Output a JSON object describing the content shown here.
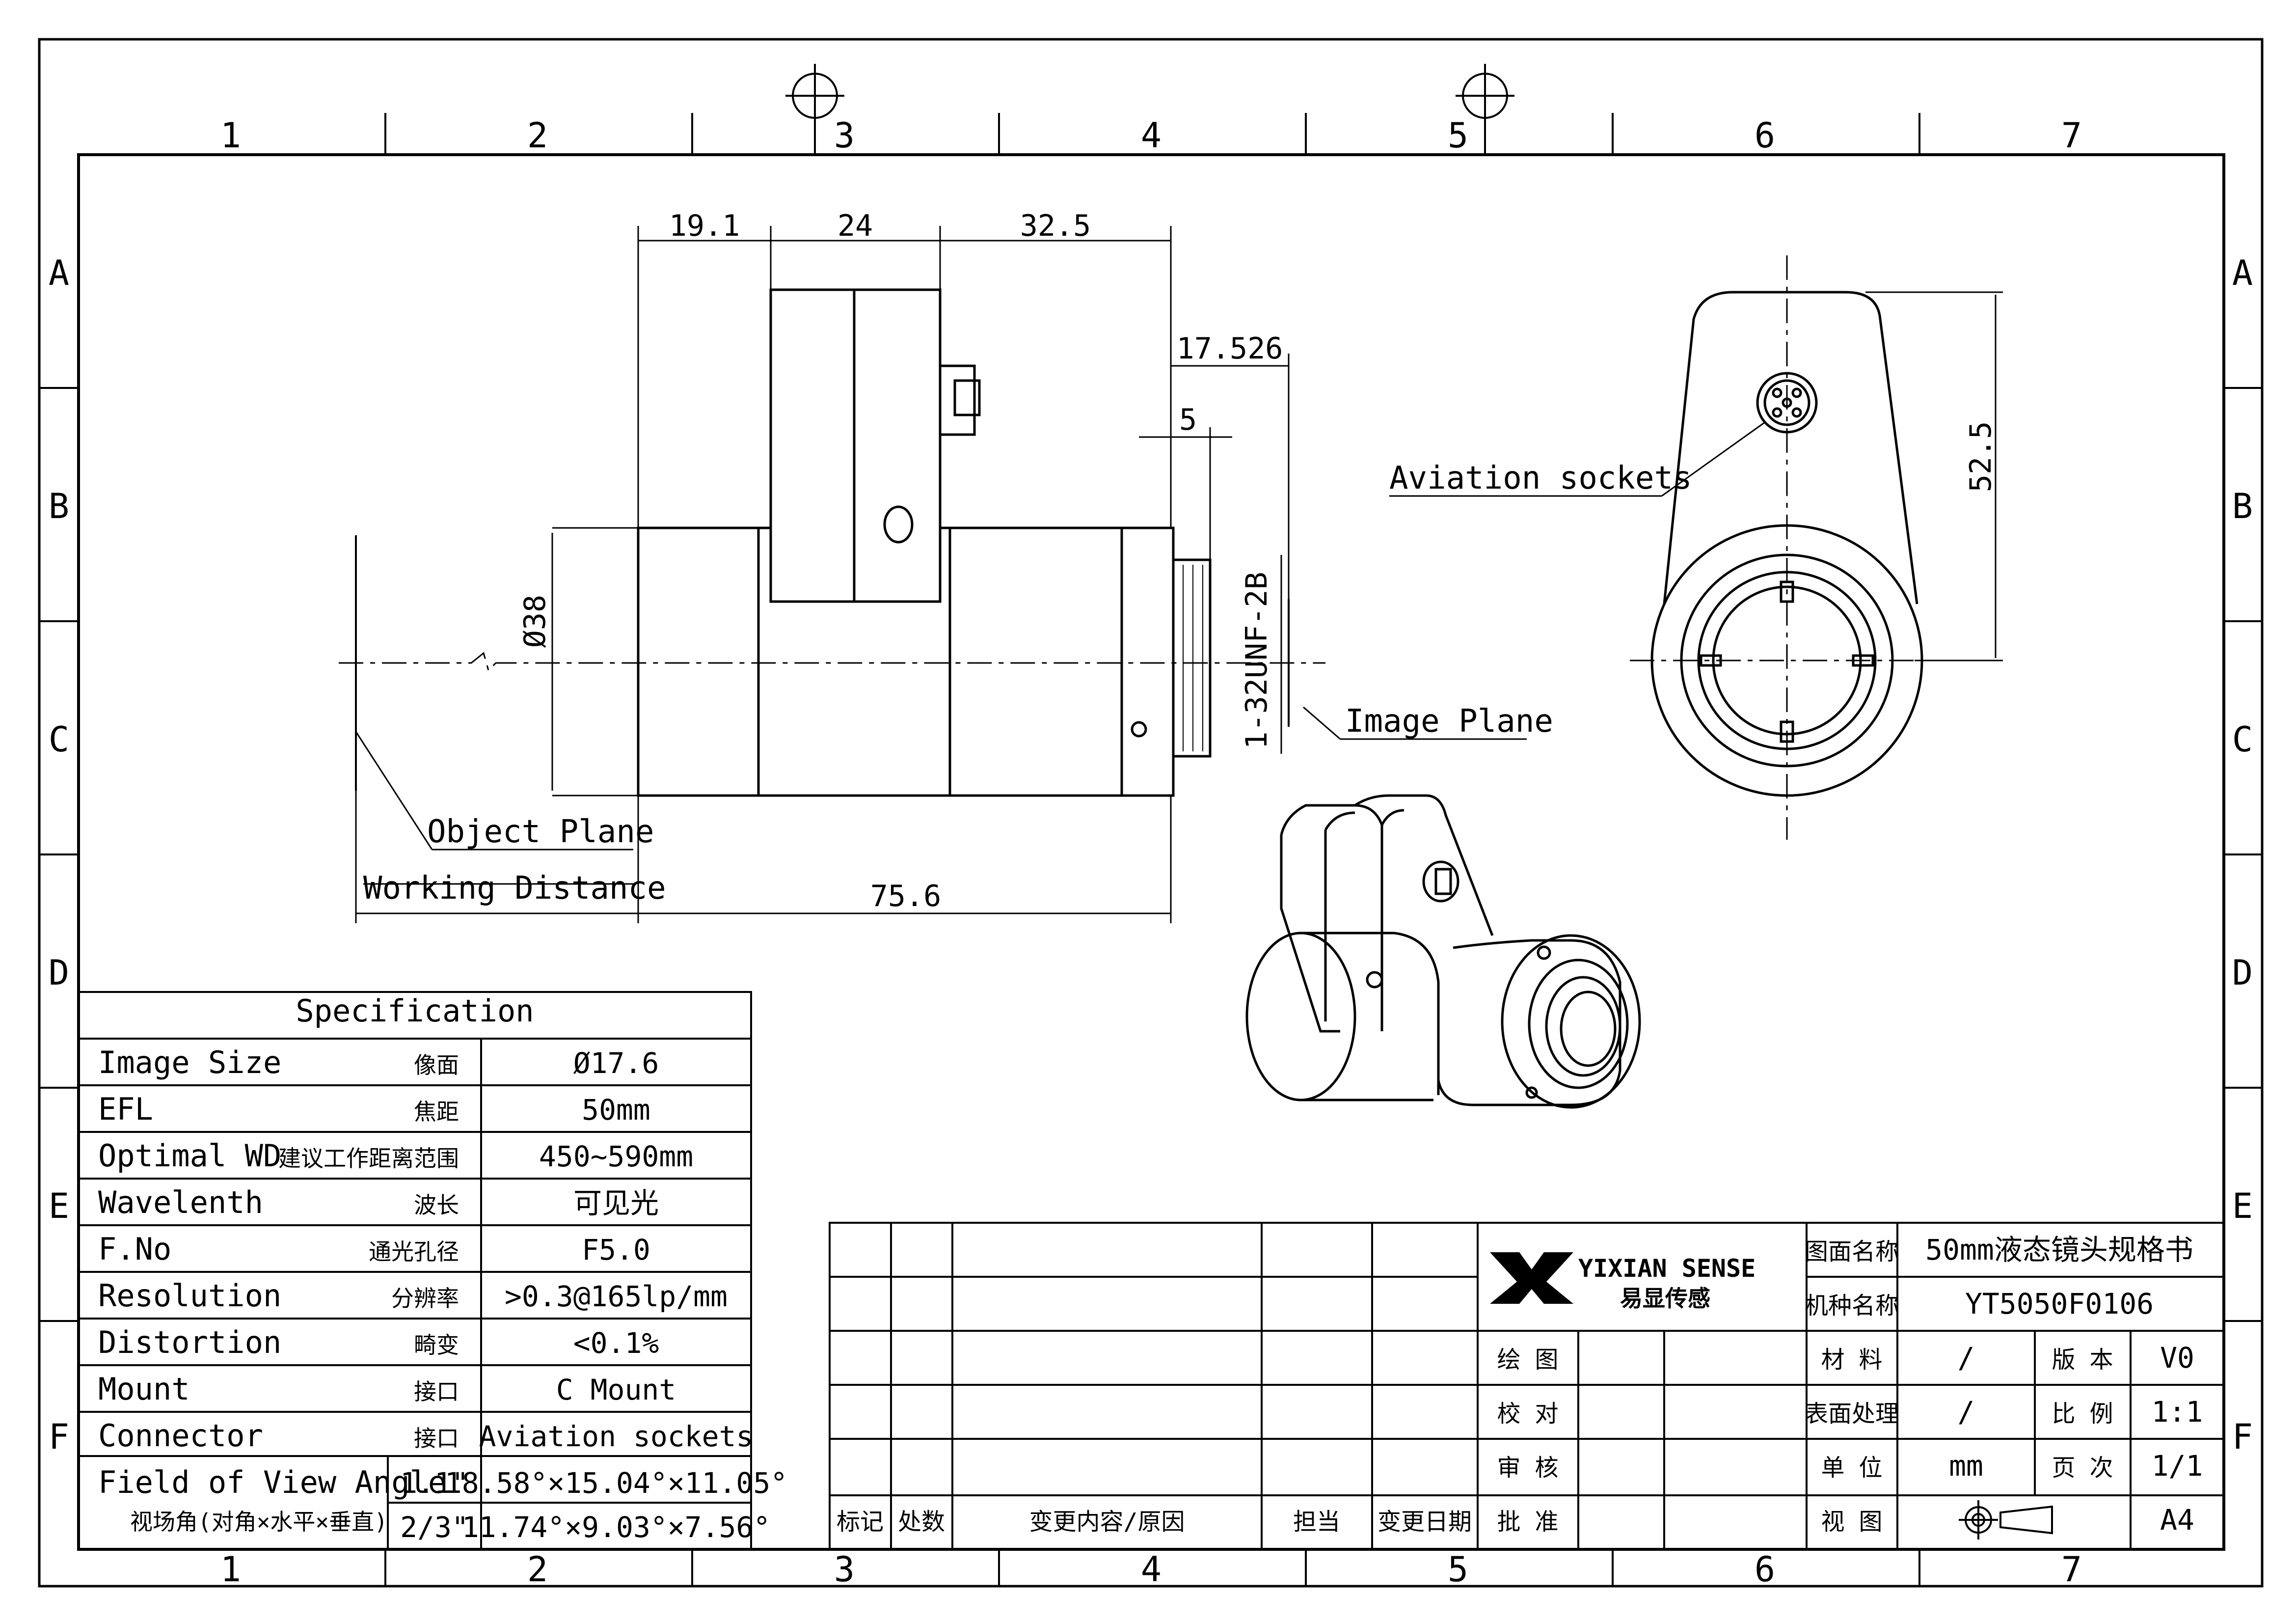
{
  "zones": {
    "columns": [
      "1",
      "2",
      "3",
      "4",
      "5",
      "6",
      "7"
    ],
    "rows": [
      "A",
      "B",
      "C",
      "D",
      "E",
      "F"
    ]
  },
  "drawing": {
    "dim_19_1": "19.1",
    "dim_24": "24",
    "dim_32_5": "32.5",
    "dim_17_526": "17.526",
    "dim_5": "5",
    "dim_d38": "Ø38",
    "dim_thread": "1-32UNF-2B",
    "dim_75_6": "75.6",
    "dim_52_5": "52.5",
    "label_object_plane": "Object Plane",
    "label_working_distance": "Working Distance",
    "label_image_plane": "Image Plane",
    "label_aviation_sockets": "Aviation sockets"
  },
  "spec": {
    "title": "Specification",
    "rows": [
      {
        "en": "Image Size",
        "cn": "像面",
        "val": "Ø17.6"
      },
      {
        "en": "EFL",
        "cn": "焦距",
        "val": "50mm"
      },
      {
        "en": "Optimal WD",
        "cn": "建议工作距离范围",
        "val": "450~590mm"
      },
      {
        "en": "Wavelenth",
        "cn": "波长",
        "val": "可见光"
      },
      {
        "en": "F.No",
        "cn": "通光孔径",
        "val": "F5.0"
      },
      {
        "en": "Resolution",
        "cn": "分辨率",
        "val": ">0.3@165lp/mm"
      },
      {
        "en": "Distortion",
        "cn": "畸变",
        "val": "<0.1%"
      },
      {
        "en": "Mount",
        "cn": "接口",
        "val": "C Mount"
      },
      {
        "en": "Connector",
        "cn": "接口",
        "val": "Aviation sockets"
      }
    ],
    "fov": {
      "en": "Field of View Angle",
      "cn": "视场角(对角×水平×垂直)",
      "r1_size": "1.1\"",
      "r1_val": "18.58°×15.04°×11.05°",
      "r2_size": "2/3\"",
      "r2_val": "11.74°×9.03°×7.56°"
    }
  },
  "titleblock": {
    "revision_headers": [
      "标记",
      "处数",
      "变更内容/原因",
      "担当",
      "变更日期"
    ],
    "logo_en": "YIXIAN SENSE",
    "logo_cn": "易显传感",
    "sign_rows": [
      "绘 图",
      "校 对",
      "审 核",
      "批 准"
    ],
    "drawing_name_label": "图面名称",
    "drawing_name": "50mm液态镜头规格书",
    "model_label": "机种名称",
    "model": "YT5050F0106",
    "material_label": "材 料",
    "material": "/",
    "version_label": "版 本",
    "version": "V0",
    "surface_label": "表面处理",
    "surface": "/",
    "scale_label": "比 例",
    "scale": "1:1",
    "unit_label": "单 位",
    "unit": "mm",
    "page_label": "页 次",
    "page": "1/1",
    "view_label": "视 图",
    "sheet": "A4"
  }
}
